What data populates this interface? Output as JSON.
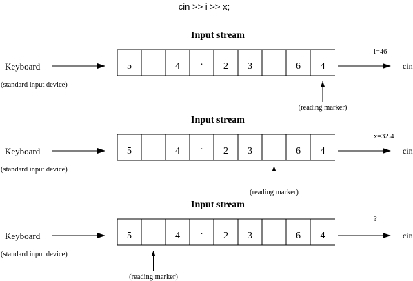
{
  "code_line": "cin  >> i >> x;",
  "panels": [
    {
      "title": "Input stream",
      "keyboard_label": "Keyboard",
      "device_label": "(standard input device)",
      "cells": [
        "5",
        "",
        "4",
        ".",
        "2",
        "3",
        "",
        "6",
        "4"
      ],
      "marker_label": "(reading marker)",
      "marker_cell_index": 8,
      "output_value": "i=46",
      "output_target": "cin"
    },
    {
      "title": "Input stream",
      "keyboard_label": "Keyboard",
      "device_label": "(standard input device)",
      "cells": [
        "5",
        "",
        "4",
        ".",
        "2",
        "3",
        "",
        "6",
        "4"
      ],
      "marker_label": "(reading marker)",
      "marker_cell_index": 6,
      "output_value": "x=32.4",
      "output_target": "cin"
    },
    {
      "title": "Input stream",
      "keyboard_label": "Keyboard",
      "device_label": "(standard input device)",
      "cells": [
        "5",
        "",
        "4",
        ".",
        "2",
        "3",
        "",
        "6",
        "4"
      ],
      "marker_label": "(reading marker)",
      "marker_cell_index": 1,
      "output_value": "?",
      "output_target": "cin"
    }
  ]
}
